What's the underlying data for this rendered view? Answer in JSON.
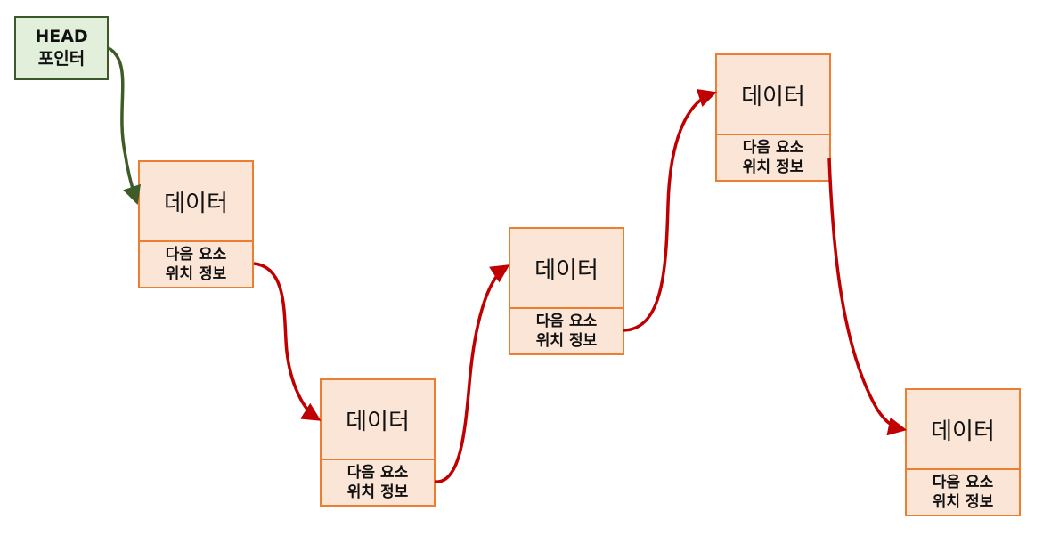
{
  "head": {
    "line1": "HEAD",
    "line2": "포인터"
  },
  "nodes": [
    {
      "data": "데이터",
      "next_line1": "다음 요소",
      "next_line2": "위치 정보"
    },
    {
      "data": "데이터",
      "next_line1": "다음 요소",
      "next_line2": "위치 정보"
    },
    {
      "data": "데이터",
      "next_line1": "다음 요소",
      "next_line2": "위치 정보"
    },
    {
      "data": "데이터",
      "next_line1": "다음 요소",
      "next_line2": "위치 정보"
    },
    {
      "data": "데이터",
      "next_line1": "다음 요소",
      "next_line2": "위치 정보"
    }
  ],
  "colors": {
    "head_fill": "#e2efda",
    "head_border": "#3a5a2a",
    "head_arrow": "#3d5c28",
    "node_fill": "#fbe5d6",
    "node_border": "#ed7d31",
    "link_arrow": "#c00000"
  }
}
